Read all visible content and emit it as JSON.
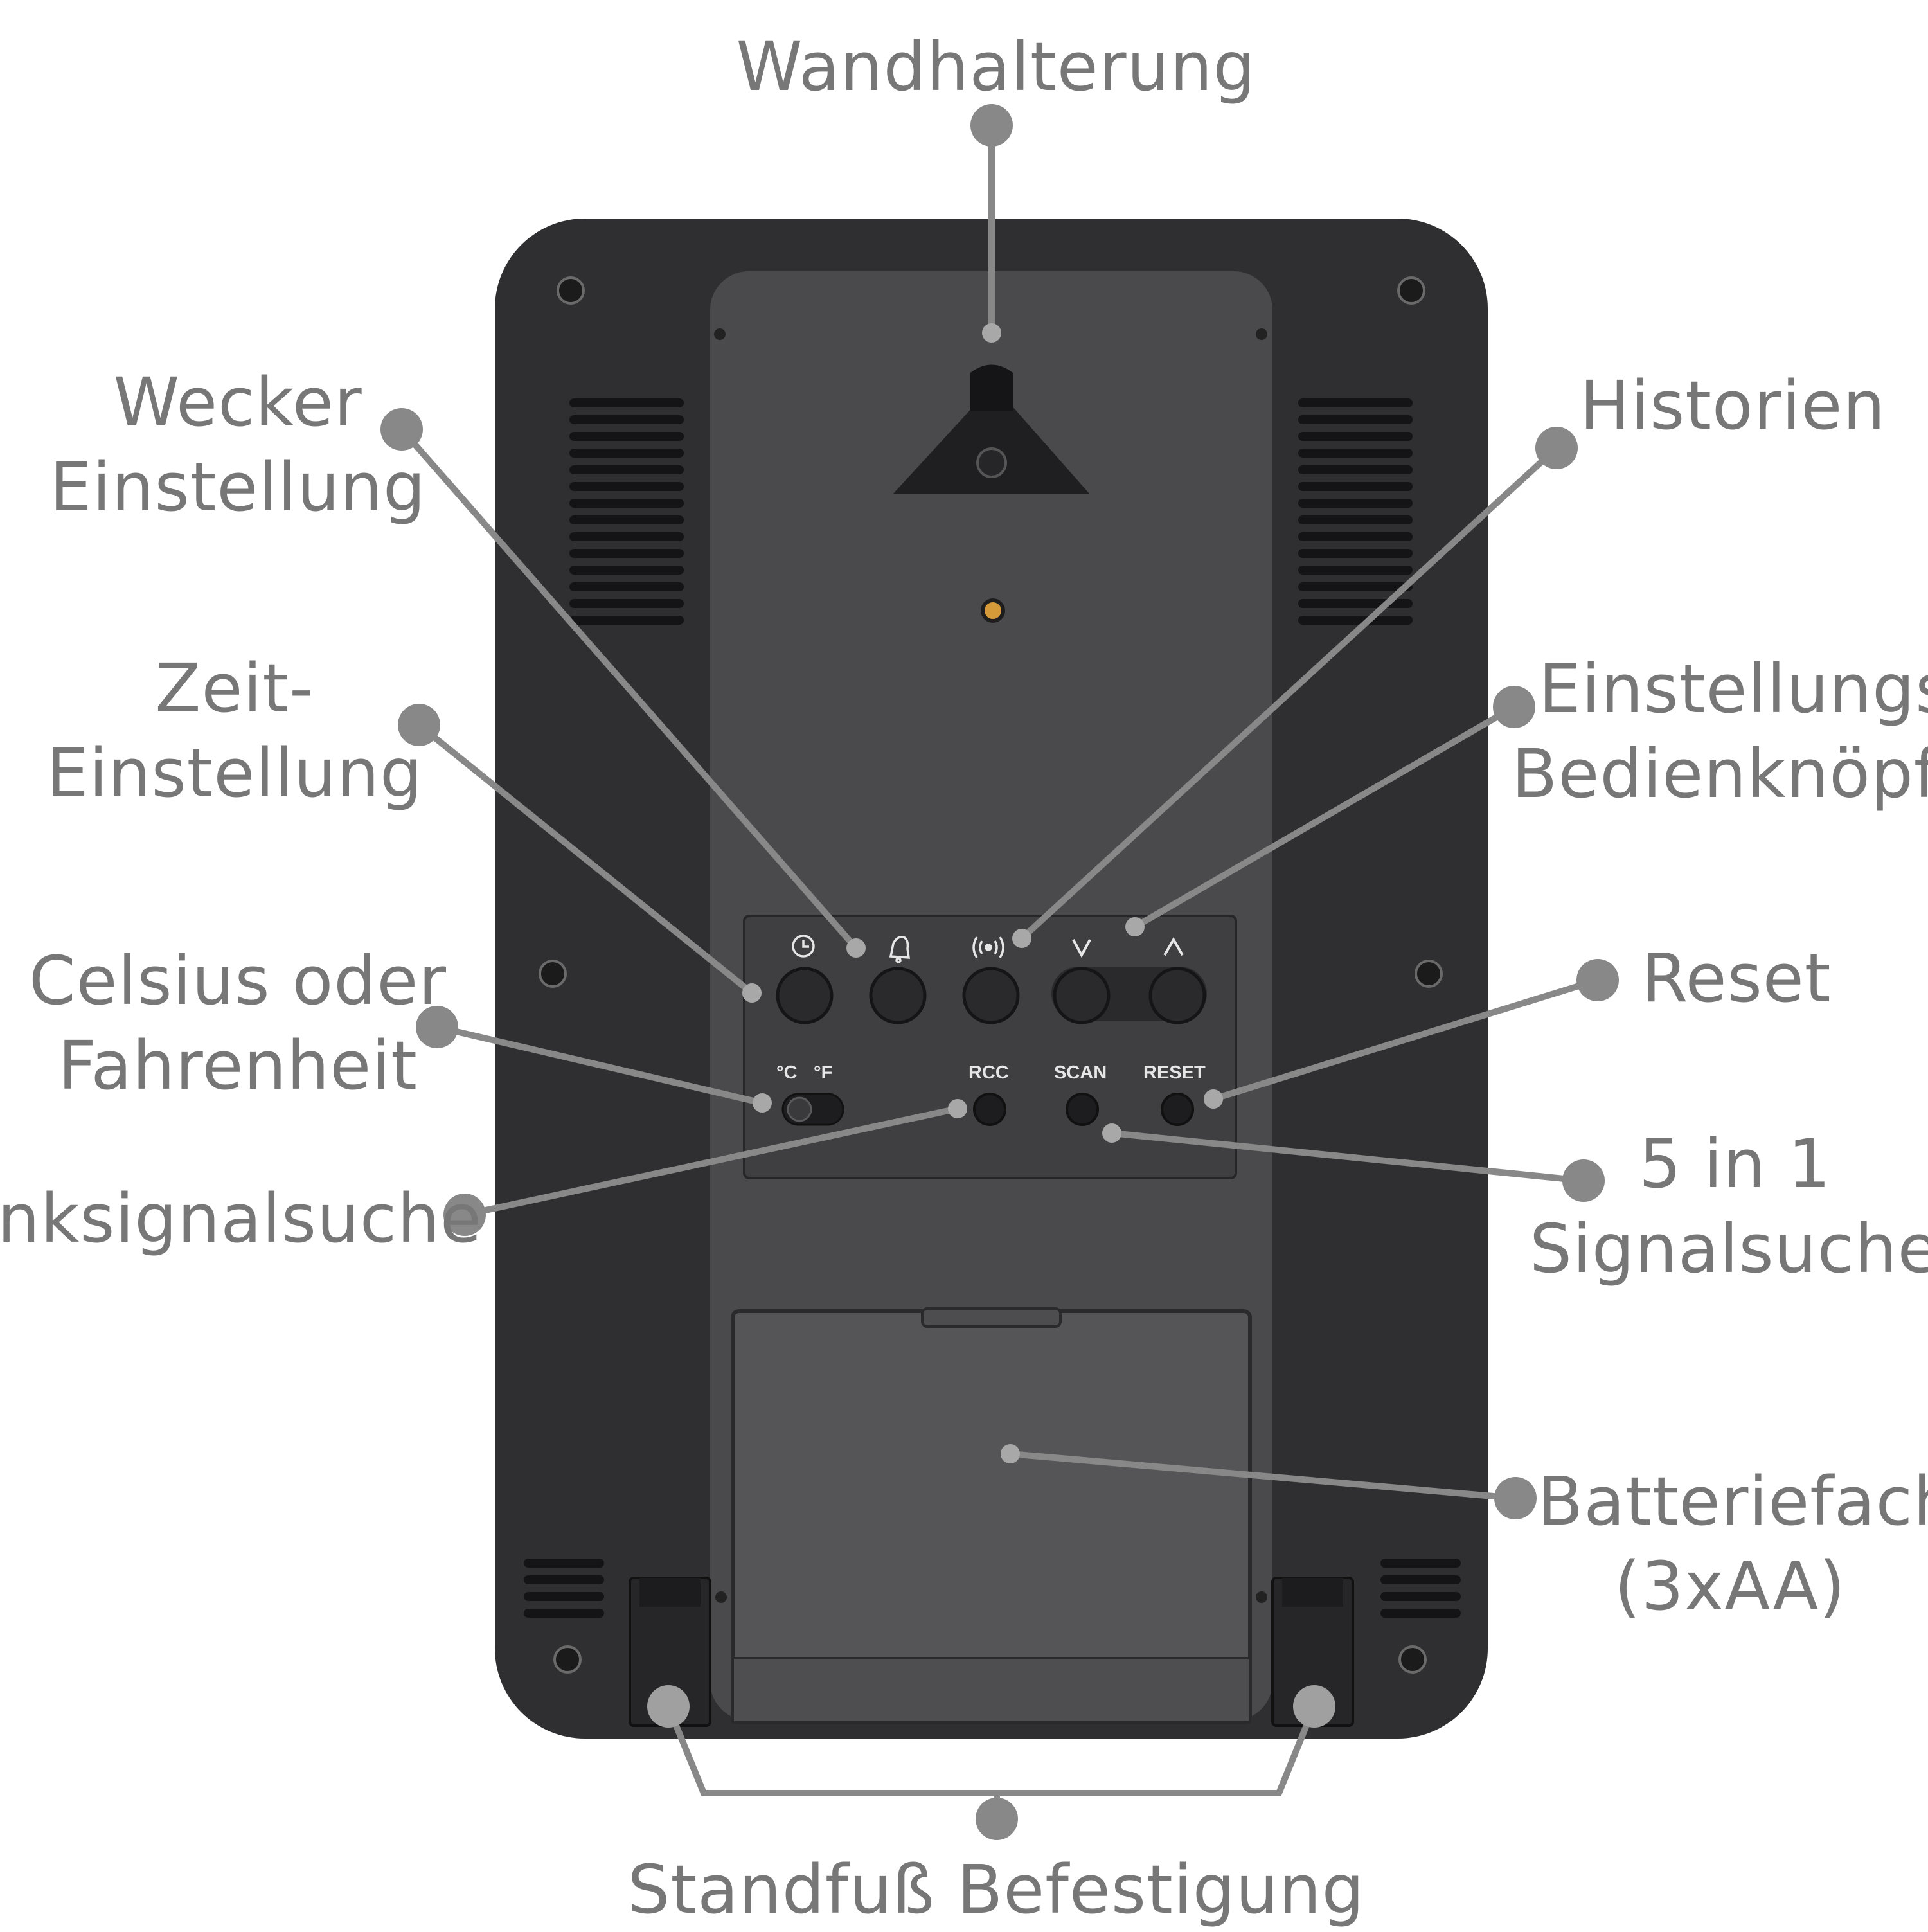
{
  "callouts": {
    "wall_mount": "Wandhalterung",
    "alarm_setting": [
      "Wecker",
      "Einstellung"
    ],
    "time_setting": [
      "Zeit-",
      "Einstellung"
    ],
    "celsius_fahrenheit": [
      "Celsius oder",
      "Fahrenheit"
    ],
    "radio_signal_search": "Funksignalsuche",
    "history": "Historien",
    "setting_buttons": [
      "Einstellungs-",
      "Bedienknöpfe"
    ],
    "reset": "Reset",
    "signal_search_5in1": [
      "5 in 1",
      "Signalsuche"
    ],
    "battery": [
      "Batteriefach",
      "(3xAA)"
    ],
    "stand_mount": "Standfuß Befestigung"
  },
  "device_labels": {
    "celsius": "°C",
    "fahrenheit": "°F",
    "rcc": "RCC",
    "scan": "SCAN",
    "reset": "RESET"
  },
  "icons": [
    "clock-icon",
    "bell-icon",
    "radio-wave-icon",
    "chevron-down-icon",
    "chevron-up-icon"
  ],
  "colors": {
    "callout": "#777777",
    "device_body": "#2f2f31",
    "device_panel": "#4a4a4c",
    "leader_line": "#888888"
  }
}
